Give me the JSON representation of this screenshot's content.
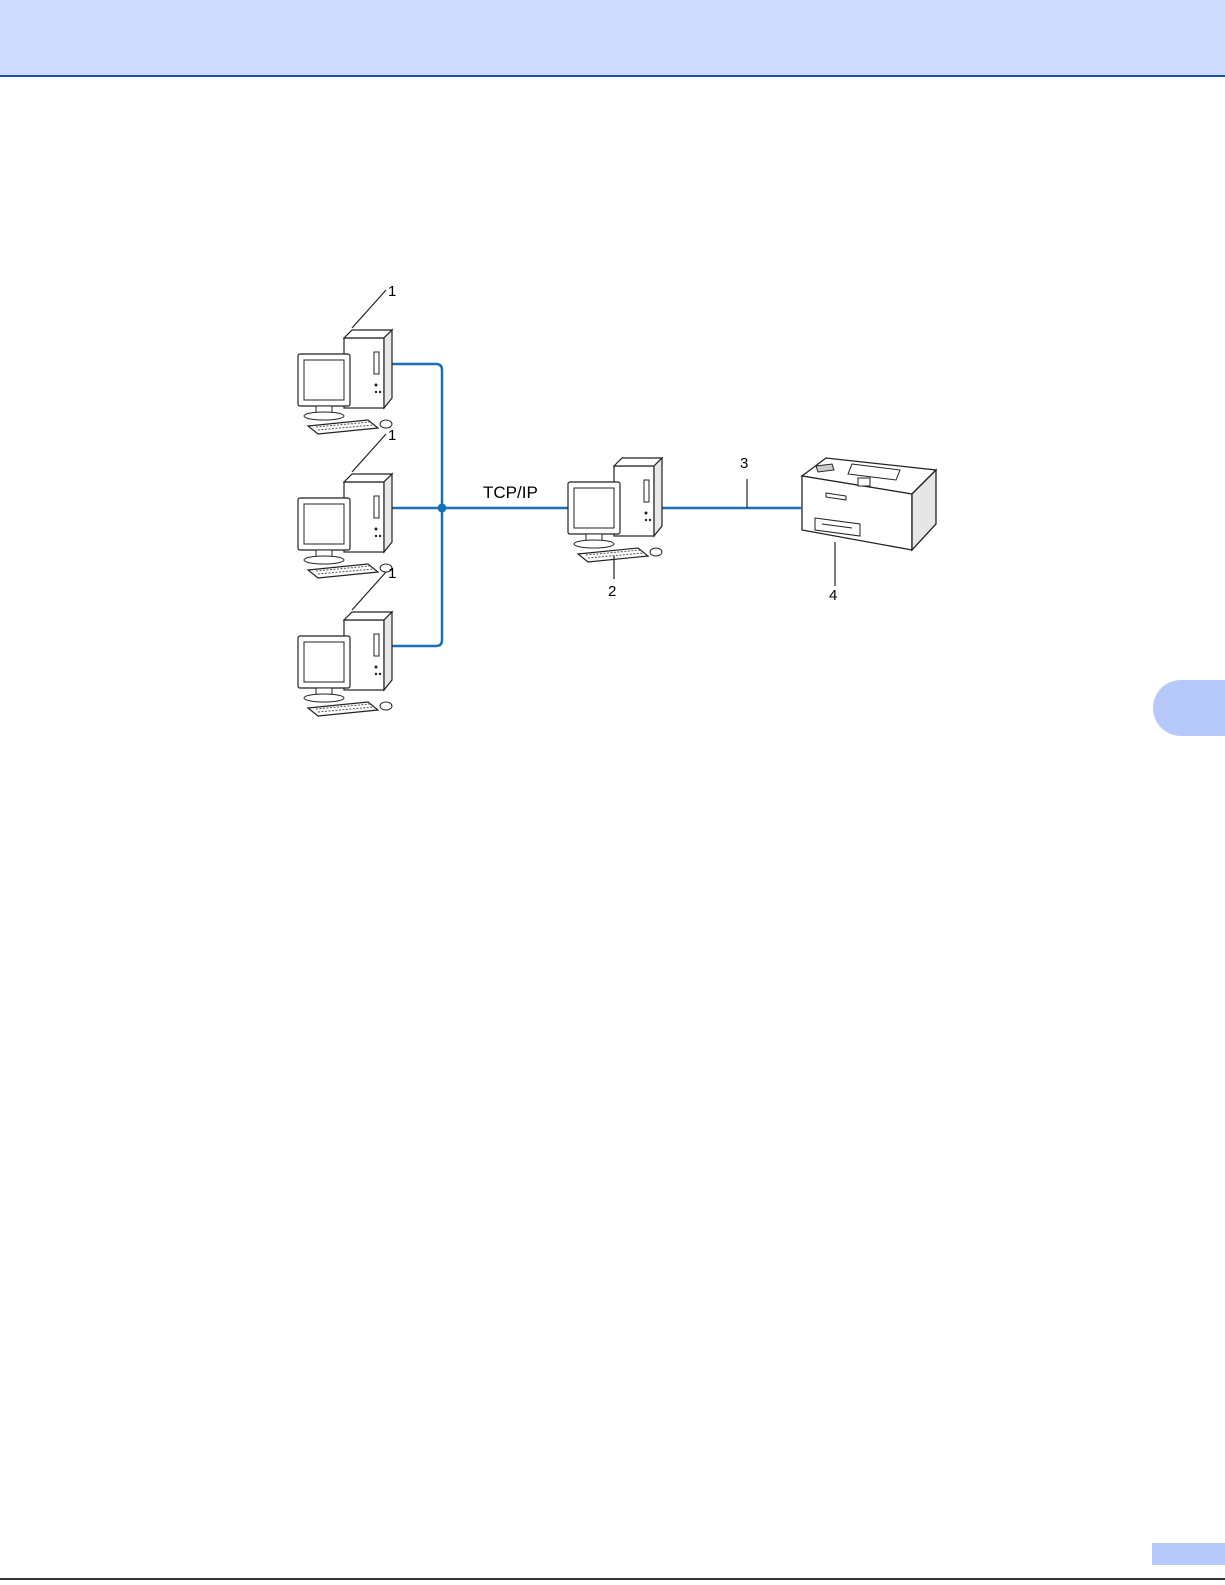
{
  "diagram": {
    "protocol_label": "TCP/IP",
    "callouts": {
      "client_1": "1",
      "client_2": "1",
      "client_3": "1",
      "server": "2",
      "cable": "3",
      "printer": "4"
    }
  },
  "colors": {
    "header_band": "#cddcff",
    "header_rule": "#1f4fa8",
    "network_line": "#1a6fb5",
    "side_tab": "#b7c9fb"
  },
  "icons": [
    "desktop-computer-icon",
    "printer-icon"
  ]
}
